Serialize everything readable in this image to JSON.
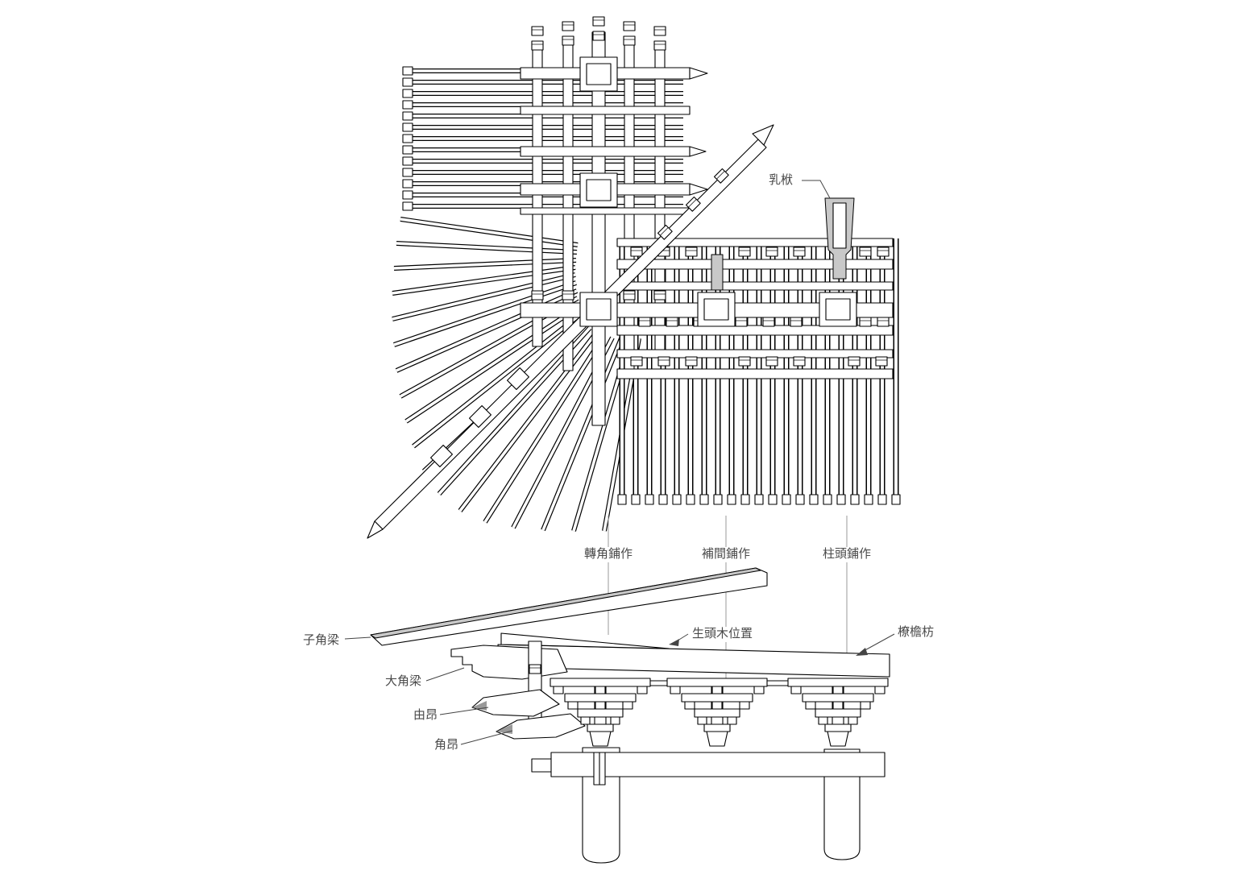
{
  "figure": {
    "background": "#ffffff",
    "line_color": "#000000",
    "shade_color": "#c8c8c8",
    "label_color": "#4a4a4a"
  },
  "labels": {
    "ru_fu": "乳栿",
    "zhuan_jiao_pu_zuo": "轉角鋪作",
    "bu_jian_pu_zuo": "補間鋪作",
    "zhu_tou_pu_zuo": "柱頭鋪作",
    "zi_jiao_liang": "子角梁",
    "da_jiao_liang": "大角梁",
    "you_ang": "由昂",
    "jiao_ang": "角昂",
    "sheng_tou_mu_wei_zhi": "生頭木位置",
    "liao_yan_fang": "橑檐枋"
  }
}
